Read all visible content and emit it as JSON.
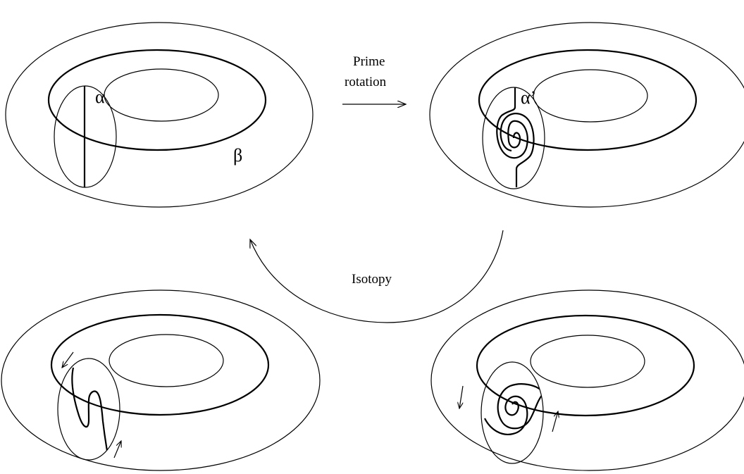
{
  "labels": {
    "alpha": "α",
    "alpha_prime": "α’",
    "beta": "β",
    "prime_line1": "Prime",
    "prime_line2": "rotation",
    "isotopy": "Isotopy"
  },
  "colors": {
    "stroke": "#000000",
    "background": "#ffffff"
  }
}
